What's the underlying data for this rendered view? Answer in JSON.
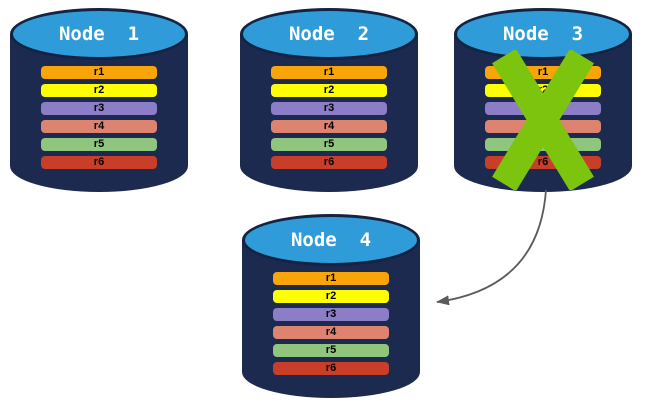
{
  "canvas": {
    "background": "#FFFFFF"
  },
  "colors": {
    "cylinder_body": "#1B2A4E",
    "cylinder_top": "#2F9BD8",
    "cylinder_rim": "#142342",
    "bar_text": "#000000",
    "node_label_text": "#FFFFFF",
    "x_mark": "#7CC40E",
    "arrow": "#5B5B5B"
  },
  "rows": [
    {
      "label": "r1",
      "color": "#F9A408"
    },
    {
      "label": "r2",
      "color": "#FFFF00"
    },
    {
      "label": "r3",
      "color": "#8B7EC6"
    },
    {
      "label": "r4",
      "color": "#DD8370"
    },
    {
      "label": "r5",
      "color": "#8FC57D"
    },
    {
      "label": "r6",
      "color": "#C93E28"
    }
  ],
  "nodes": [
    {
      "label": "Node  1",
      "failed": false
    },
    {
      "label": "Node  2",
      "failed": false
    },
    {
      "label": "Node  3",
      "failed": true
    },
    {
      "label": "Node  4",
      "failed": false
    }
  ]
}
